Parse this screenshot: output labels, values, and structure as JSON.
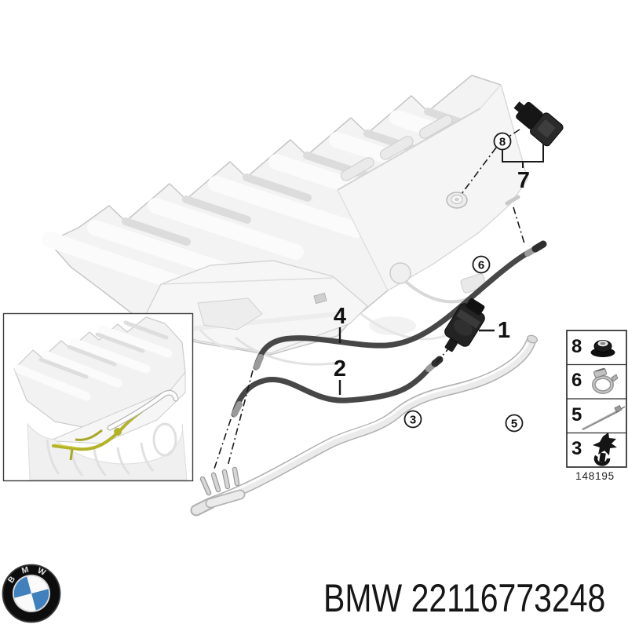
{
  "diagram": {
    "drawing_number": "148195",
    "callouts": {
      "n1": "1",
      "n2": "2",
      "n3": "3",
      "n4": "4",
      "n5": "5",
      "n6": "6",
      "n7": "7",
      "n8": "8"
    },
    "legend": {
      "rows": [
        {
          "label": "8",
          "icon": "grommet-icon"
        },
        {
          "label": "6",
          "icon": "hose-clamp-icon"
        },
        {
          "label": "5",
          "icon": "cable-tie-icon"
        },
        {
          "label": "3",
          "icon": "cable-clip-icon"
        }
      ]
    }
  },
  "footer": {
    "label": "BMW 22116773248",
    "logo": {
      "letters": [
        "B",
        "M",
        "W"
      ],
      "blue": "#3f80bd",
      "black": "#0d0d0d"
    }
  },
  "palette": {
    "part_black": "#1a1a1a",
    "hose_dark": "#474747",
    "pipe_light": "#ebebeb",
    "highlight_yellow": "#b3b329",
    "line_art_gray": "#c8c8c8"
  }
}
